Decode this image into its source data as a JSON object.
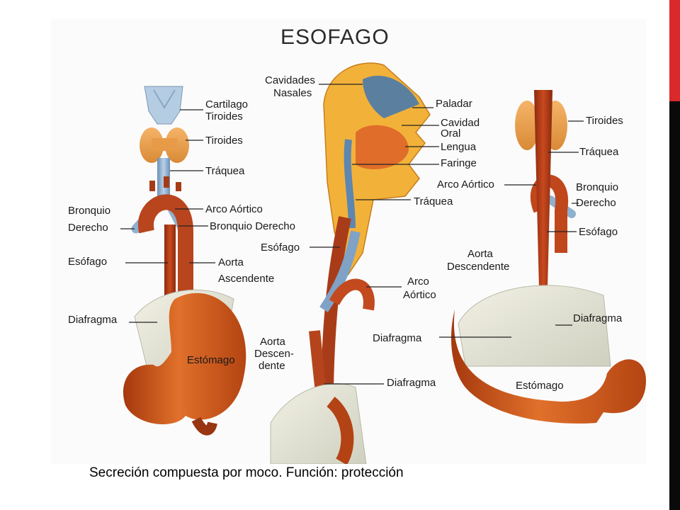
{
  "slide": {
    "title": "ESOFAGO",
    "caption": "Secreción compuesta por moco. Función: protección",
    "accent_colors": {
      "red": "#d9292b",
      "black": "#0a0a0a"
    }
  },
  "figure": {
    "left_panel": {
      "labels": {
        "cartilago": [
          "Cartilago",
          "Tiroides"
        ],
        "tiroides": "Tiroides",
        "traquea": "Tráquea",
        "bronquio_left": [
          "Bronquio",
          "Derecho"
        ],
        "arco_aortico": "Arco Aórtico",
        "bronquio_derecho": "Bronquio Derecho",
        "esofago": "Esófago",
        "aorta_ascendente": [
          "Aorta",
          "Ascendente"
        ],
        "diafragma": "Diafragma",
        "estomago": "Estómago"
      }
    },
    "middle_panel": {
      "labels": {
        "cavidades_nasales": [
          "Cavidades",
          "Nasales"
        ],
        "paladar": "Paladar",
        "cavidad_oral": [
          "Cavidad",
          "Oral"
        ],
        "lengua": "Lengua",
        "faringe": "Faringe",
        "traquea": "Tráquea",
        "esofago": "Esófago",
        "arco_aortico": [
          "Arco",
          "Aórtico"
        ],
        "aorta_descendente": [
          "Aorta",
          "Descen-",
          "dente"
        ],
        "diafragma": "Diafragma"
      }
    },
    "right_panel": {
      "labels": {
        "tiroides": "Tiroides",
        "traquea": "Tráquea",
        "arco_aortico": "Arco Aórtico",
        "bronquio_derecho": [
          "Bronquio",
          "Derecho"
        ],
        "esofago": "Esófago",
        "aorta_descendente": [
          "Aorta",
          "Descendente"
        ],
        "diafragma_middle": "Diafragma",
        "diafragma_right": "Diafragma",
        "estomago": "Estómago"
      }
    }
  }
}
